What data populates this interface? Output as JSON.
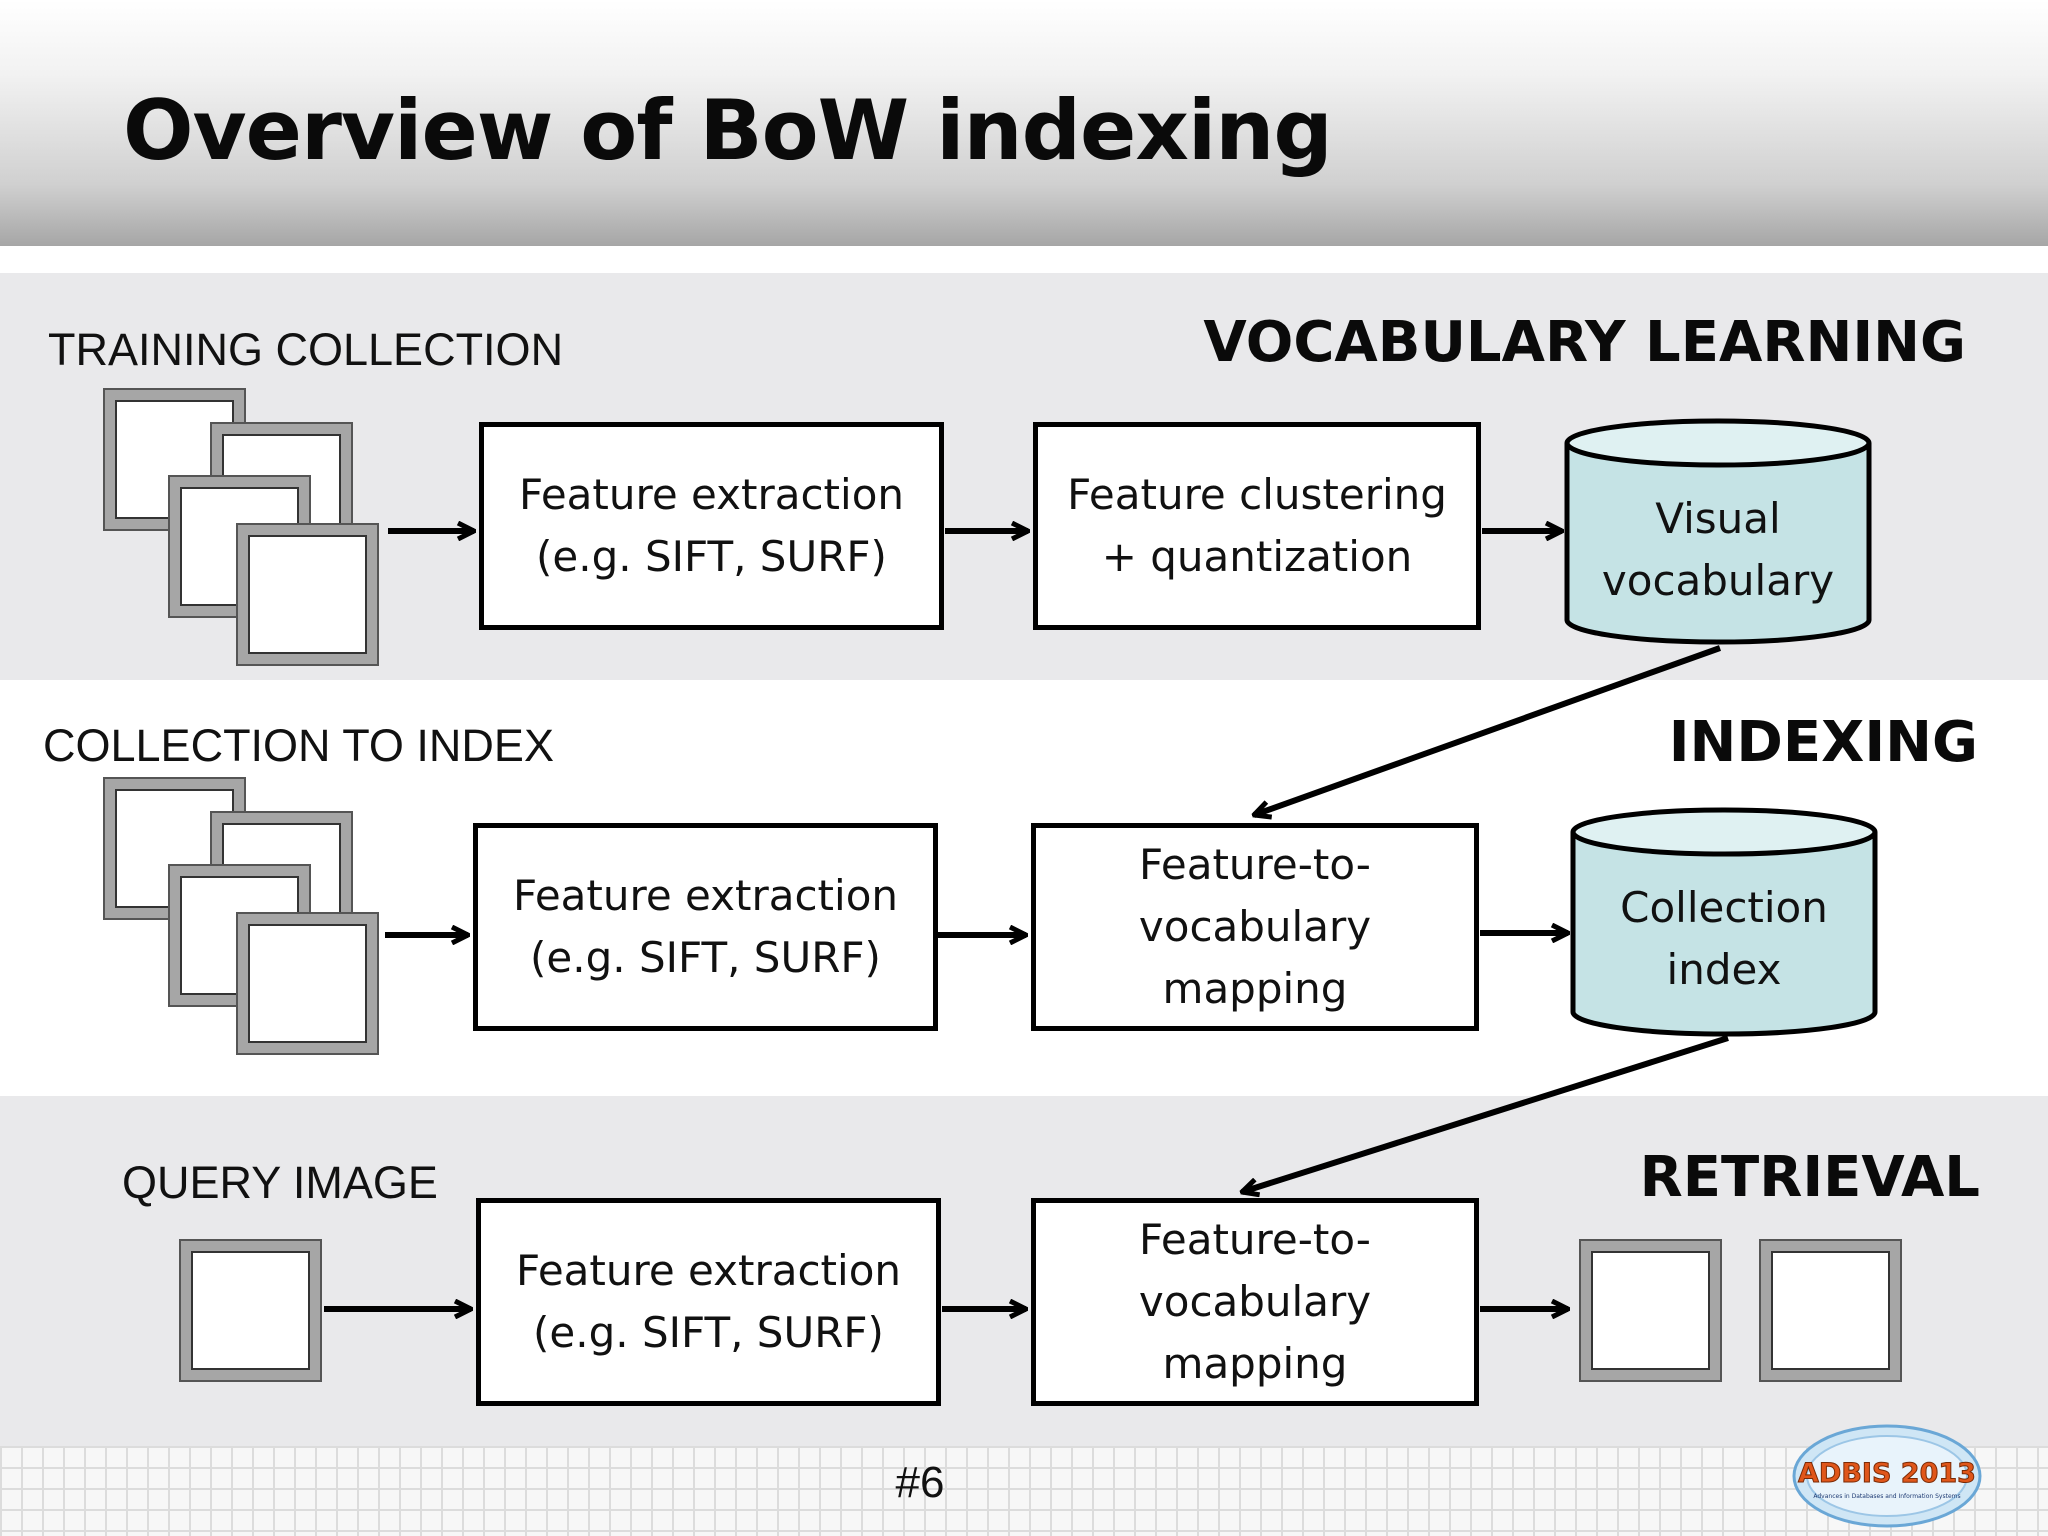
{
  "slide": {
    "title": "Overview of BoW indexing",
    "page_number": "#6"
  },
  "rows": {
    "vocabulary_learning": {
      "stage": "VOCABULARY LEARNING",
      "input_label": "TRAINING COLLECTION",
      "extraction": "Feature extraction\n(e.g. SIFT, SURF)",
      "process": "Feature clustering\n+ quantization",
      "output": "Visual\nvocabulary"
    },
    "indexing": {
      "stage": "INDEXING",
      "input_label": "COLLECTION TO INDEX",
      "extraction": "Feature extraction\n(e.g. SIFT, SURF)",
      "process": "Feature-to-\nvocabulary\nmapping",
      "output": "Collection\nindex"
    },
    "retrieval": {
      "stage": "RETRIEVAL",
      "input_label": "QUERY IMAGE",
      "extraction": "Feature extraction\n(e.g. SIFT, SURF)",
      "process": "Feature-to-\nvocabulary\nmapping"
    }
  },
  "logo": {
    "text": "ADBIS 2013",
    "subtext": "Advances in Databases and Information Systems"
  },
  "colors": {
    "cylinder_fill": "#c5e3e5",
    "cylinder_top": "#dff1f2",
    "image_frame": "#a6a6a6",
    "logo_text": "#e0561a"
  }
}
